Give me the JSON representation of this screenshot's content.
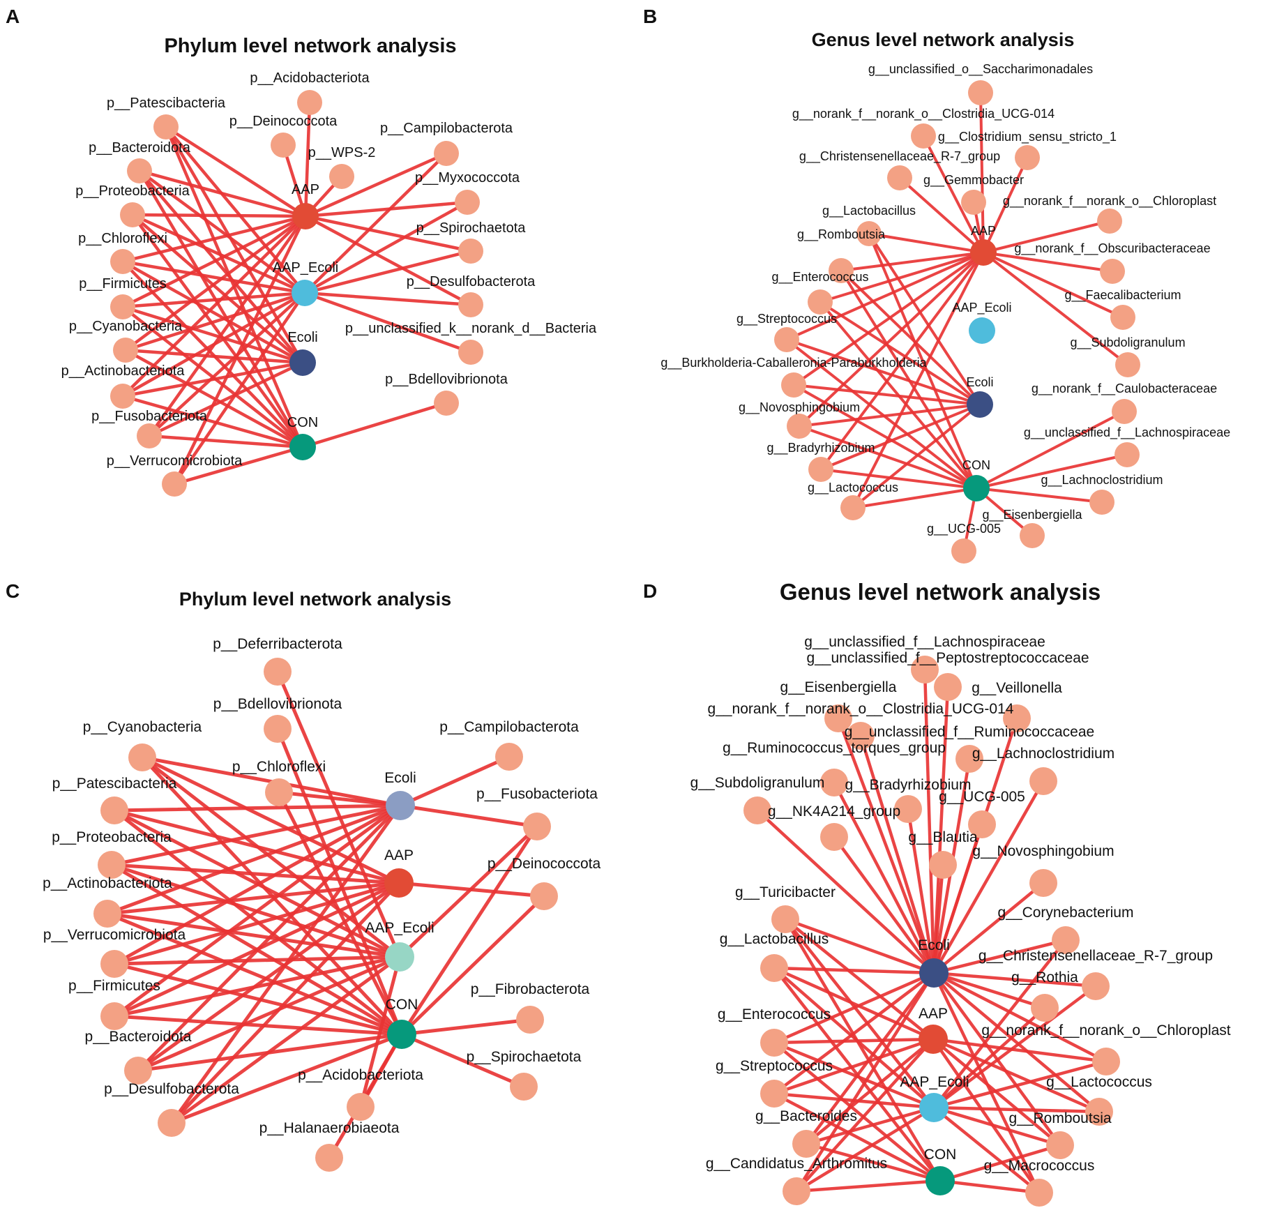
{
  "colors": {
    "edge": "#e83434",
    "taxon_node": "#f3a184",
    "AAP": "#e24b35",
    "AAP_Ecoli": "#4fbcdc",
    "Ecoli": "#3b4f84",
    "CON": "#06997c",
    "Ecoli_light": "#8b9dc3",
    "AAP_Ecoli_light": "#97d6c5"
  },
  "panels": [
    {
      "letter": "A",
      "title": "Phylum level network analysis",
      "center_nodes": [
        {
          "id": "AAP",
          "label": "AAP",
          "color": "#e24b35"
        },
        {
          "id": "AAP_Ecoli",
          "label": "AAP_Ecoli",
          "color": "#4fbcdc"
        },
        {
          "id": "Ecoli",
          "label": "Ecoli",
          "color": "#3b4f84"
        },
        {
          "id": "CON",
          "label": "CON",
          "color": "#06997c"
        }
      ],
      "taxa": [
        {
          "label": "p__Acidobacteriota",
          "links": [
            "AAP"
          ]
        },
        {
          "label": "p__Patescibacteria",
          "links": [
            "AAP",
            "AAP_Ecoli",
            "Ecoli",
            "CON"
          ]
        },
        {
          "label": "p__Deinococcota",
          "links": [
            "AAP"
          ]
        },
        {
          "label": "p__WPS-2",
          "links": [
            "AAP"
          ]
        },
        {
          "label": "p__Campilobacterota",
          "links": [
            "AAP",
            "AAP_Ecoli"
          ]
        },
        {
          "label": "p__Bacteroidota",
          "links": [
            "AAP",
            "AAP_Ecoli",
            "Ecoli",
            "CON"
          ]
        },
        {
          "label": "p__Myxococcota",
          "links": [
            "AAP",
            "AAP_Ecoli"
          ]
        },
        {
          "label": "p__Proteobacteria",
          "links": [
            "AAP",
            "AAP_Ecoli",
            "Ecoli",
            "CON"
          ]
        },
        {
          "label": "p__Spirochaetota",
          "links": [
            "AAP",
            "AAP_Ecoli"
          ]
        },
        {
          "label": "p__Chloroflexi",
          "links": [
            "AAP",
            "AAP_Ecoli",
            "Ecoli",
            "CON"
          ]
        },
        {
          "label": "p__Desulfobacterota",
          "links": [
            "AAP",
            "AAP_Ecoli"
          ]
        },
        {
          "label": "p__Firmicutes",
          "links": [
            "AAP",
            "AAP_Ecoli",
            "Ecoli",
            "CON"
          ]
        },
        {
          "label": "p__unclassified_k__norank_d__Bacteria",
          "links": [
            "AAP_Ecoli"
          ]
        },
        {
          "label": "p__Cyanobacteria",
          "links": [
            "AAP",
            "AAP_Ecoli",
            "Ecoli",
            "CON"
          ]
        },
        {
          "label": "p__Actinobacteriota",
          "links": [
            "AAP",
            "AAP_Ecoli",
            "Ecoli",
            "CON"
          ]
        },
        {
          "label": "p__Bdellovibrionota",
          "links": [
            "CON"
          ]
        },
        {
          "label": "p__Fusobacteriota",
          "links": [
            "AAP",
            "AAP_Ecoli",
            "Ecoli",
            "CON"
          ]
        },
        {
          "label": "p__Verrucomicrobiota",
          "links": [
            "AAP",
            "AAP_Ecoli",
            "CON"
          ]
        }
      ]
    },
    {
      "letter": "B",
      "title": "Genus level network analysis",
      "center_nodes": [
        {
          "id": "AAP",
          "label": "AAP",
          "color": "#e24b35"
        },
        {
          "id": "AAP_Ecoli",
          "label": "AAP_Ecoli",
          "color": "#4fbcdc"
        },
        {
          "id": "Ecoli",
          "label": "Ecoli",
          "color": "#3b4f84"
        },
        {
          "id": "CON",
          "label": "CON",
          "color": "#06997c"
        }
      ],
      "taxa": [
        {
          "label": "g__unclassified_o__Saccharimonadales",
          "links": [
            "AAP"
          ]
        },
        {
          "label": "g__norank_f__norank_o__Clostridia_UCG-014",
          "links": [
            "AAP"
          ]
        },
        {
          "label": "g__Clostridium_sensu_stricto_1",
          "links": [
            "AAP"
          ]
        },
        {
          "label": "g__Christensenellaceae_R-7_group",
          "links": [
            "AAP"
          ]
        },
        {
          "label": "g__Gemmobacter",
          "links": [
            "AAP"
          ]
        },
        {
          "label": "g__norank_f__norank_o__Chloroplast",
          "links": [
            "AAP"
          ]
        },
        {
          "label": "g__Lactobacillus",
          "links": [
            "AAP",
            "Ecoli",
            "CON"
          ]
        },
        {
          "label": "g__Romboutsia",
          "links": [
            "AAP",
            "Ecoli",
            "CON"
          ]
        },
        {
          "label": "g__norank_f__Obscuribacteraceae",
          "links": [
            "AAP"
          ]
        },
        {
          "label": "g__Enterococcus",
          "links": [
            "AAP",
            "Ecoli",
            "CON"
          ]
        },
        {
          "label": "g__Faecalibacterium",
          "links": [
            "AAP"
          ]
        },
        {
          "label": "g__Streptococcus",
          "links": [
            "AAP",
            "Ecoli",
            "CON"
          ]
        },
        {
          "label": "g__Subdoligranulum",
          "links": [
            "AAP"
          ]
        },
        {
          "label": "g__Burkholderia-Caballeronia-Paraburkholderia",
          "links": [
            "AAP",
            "Ecoli",
            "CON"
          ]
        },
        {
          "label": "g__norank_f__Caulobacteraceae",
          "links": [
            "CON"
          ]
        },
        {
          "label": "g__Novosphingobium",
          "links": [
            "AAP",
            "Ecoli",
            "CON"
          ]
        },
        {
          "label": "g__unclassified_f__Lachnospiraceae",
          "links": [
            "CON"
          ]
        },
        {
          "label": "g__Bradyrhizobium",
          "links": [
            "AAP",
            "Ecoli",
            "CON"
          ]
        },
        {
          "label": "g__Lactococcus",
          "links": [
            "AAP",
            "Ecoli",
            "CON"
          ]
        },
        {
          "label": "g__Lachnoclostridium",
          "links": [
            "CON"
          ]
        },
        {
          "label": "g__Eisenbergiella",
          "links": [
            "CON"
          ]
        },
        {
          "label": "g__UCG-005",
          "links": [
            "CON"
          ]
        }
      ]
    },
    {
      "letter": "C",
      "title": "Phylum level network analysis",
      "center_nodes": [
        {
          "id": "Ecoli",
          "label": "Ecoli",
          "color": "#8b9dc3"
        },
        {
          "id": "AAP",
          "label": "AAP",
          "color": "#e24b35"
        },
        {
          "id": "AAP_Ecoli",
          "label": "AAP_Ecoli",
          "color": "#97d6c5"
        },
        {
          "id": "CON",
          "label": "CON",
          "color": "#06997c"
        }
      ],
      "taxa": [
        {
          "label": "p__Deferribacterota",
          "links": [
            "AAP_Ecoli"
          ]
        },
        {
          "label": "p__Bdellovibrionota",
          "links": [
            "CON"
          ]
        },
        {
          "label": "p__Cyanobacteria",
          "links": [
            "Ecoli",
            "AAP",
            "AAP_Ecoli",
            "CON"
          ]
        },
        {
          "label": "p__Chloroflexi",
          "links": [
            "Ecoli",
            "CON"
          ]
        },
        {
          "label": "p__Campilobacterota",
          "links": [
            "Ecoli"
          ]
        },
        {
          "label": "p__Patescibacteria",
          "links": [
            "Ecoli",
            "AAP",
            "AAP_Ecoli",
            "CON"
          ]
        },
        {
          "label": "p__Fusobacteriota",
          "links": [
            "Ecoli",
            "AAP_Ecoli",
            "CON"
          ]
        },
        {
          "label": "p__Proteobacteria",
          "links": [
            "Ecoli",
            "AAP",
            "AAP_Ecoli",
            "CON"
          ]
        },
        {
          "label": "p__Deinococcota",
          "links": [
            "AAP",
            "CON"
          ]
        },
        {
          "label": "p__Actinobacteriota",
          "links": [
            "Ecoli",
            "AAP",
            "AAP_Ecoli",
            "CON"
          ]
        },
        {
          "label": "p__Verrucomicrobiota",
          "links": [
            "Ecoli",
            "AAP",
            "AAP_Ecoli",
            "CON"
          ]
        },
        {
          "label": "p__Firmicutes",
          "links": [
            "Ecoli",
            "AAP",
            "AAP_Ecoli",
            "CON"
          ]
        },
        {
          "label": "p__Fibrobacterota",
          "links": [
            "CON"
          ]
        },
        {
          "label": "p__Bacteroidota",
          "links": [
            "Ecoli",
            "AAP",
            "AAP_Ecoli",
            "CON"
          ]
        },
        {
          "label": "p__Spirochaetota",
          "links": [
            "CON"
          ]
        },
        {
          "label": "p__Desulfobacterota",
          "links": [
            "Ecoli",
            "AAP",
            "AAP_Ecoli",
            "CON"
          ]
        },
        {
          "label": "p__Acidobacteriota",
          "links": [
            "AAP_Ecoli",
            "CON"
          ]
        },
        {
          "label": "p__Halanaerobiaeota",
          "links": [
            "CON"
          ]
        }
      ]
    },
    {
      "letter": "D",
      "title": "Genus level network analysis",
      "center_nodes": [
        {
          "id": "Ecoli",
          "label": "Ecoli",
          "color": "#3b4f84"
        },
        {
          "id": "AAP",
          "label": "AAP",
          "color": "#e24b35"
        },
        {
          "id": "AAP_Ecoli",
          "label": "AAP_Ecoli",
          "color": "#4fbcdc"
        },
        {
          "id": "CON",
          "label": "CON",
          "color": "#06997c"
        }
      ],
      "taxa": [
        {
          "label": "g__unclassified_f__Lachnospiraceae",
          "links": [
            "Ecoli"
          ]
        },
        {
          "label": "g__unclassified_f__Peptostreptococcaceae",
          "links": [
            "Ecoli"
          ]
        },
        {
          "label": "g__Eisenbergiella",
          "links": [
            "Ecoli"
          ]
        },
        {
          "label": "g__Veillonella",
          "links": [
            "Ecoli"
          ]
        },
        {
          "label": "g__norank_f__norank_o__Clostridia_UCG-014",
          "links": [
            "Ecoli"
          ]
        },
        {
          "label": "g__unclassified_f__Ruminococcaceae",
          "links": [
            "Ecoli"
          ]
        },
        {
          "label": "g__Ruminococcus_torques_group",
          "links": [
            "Ecoli"
          ]
        },
        {
          "label": "g__Lachnoclostridium",
          "links": [
            "Ecoli"
          ]
        },
        {
          "label": "g__Subdoligranulum",
          "links": [
            "Ecoli"
          ]
        },
        {
          "label": "g__Bradyrhizobium",
          "links": [
            "Ecoli"
          ]
        },
        {
          "label": "g__UCG-005",
          "links": [
            "Ecoli"
          ]
        },
        {
          "label": "g__NK4A214_group",
          "links": [
            "Ecoli"
          ]
        },
        {
          "label": "g__Blautia",
          "links": [
            "Ecoli"
          ]
        },
        {
          "label": "g__Novosphingobium",
          "links": [
            "Ecoli"
          ]
        },
        {
          "label": "g__Turicibacter",
          "links": [
            "Ecoli",
            "AAP",
            "AAP_Ecoli",
            "CON"
          ]
        },
        {
          "label": "g__Corynebacterium",
          "links": [
            "Ecoli",
            "AAP_Ecoli"
          ]
        },
        {
          "label": "g__Lactobacillus",
          "links": [
            "Ecoli",
            "AAP",
            "AAP_Ecoli",
            "CON"
          ]
        },
        {
          "label": "g__Christensenellaceae_R-7_group",
          "links": [
            "Ecoli",
            "AAP_Ecoli"
          ]
        },
        {
          "label": "g__Rothia",
          "links": [
            "Ecoli",
            "AAP_Ecoli"
          ]
        },
        {
          "label": "g__Enterococcus",
          "links": [
            "Ecoli",
            "AAP",
            "AAP_Ecoli",
            "CON"
          ]
        },
        {
          "label": "g__norank_f__norank_o__Chloroplast",
          "links": [
            "Ecoli",
            "AAP",
            "AAP_Ecoli"
          ]
        },
        {
          "label": "g__Streptococcus",
          "links": [
            "Ecoli",
            "AAP",
            "AAP_Ecoli",
            "CON"
          ]
        },
        {
          "label": "g__Lactococcus",
          "links": [
            "Ecoli",
            "AAP",
            "AAP_Ecoli"
          ]
        },
        {
          "label": "g__Bacteroides",
          "links": [
            "Ecoli",
            "AAP",
            "AAP_Ecoli",
            "CON"
          ]
        },
        {
          "label": "g__Romboutsia",
          "links": [
            "Ecoli",
            "AAP",
            "AAP_Ecoli",
            "CON"
          ]
        },
        {
          "label": "g__Candidatus_Arthromitus",
          "links": [
            "Ecoli",
            "AAP",
            "AAP_Ecoli",
            "CON"
          ]
        },
        {
          "label": "g__Macrococcus",
          "links": [
            "Ecoli",
            "AAP",
            "AAP_Ecoli",
            "CON"
          ]
        }
      ]
    }
  ]
}
